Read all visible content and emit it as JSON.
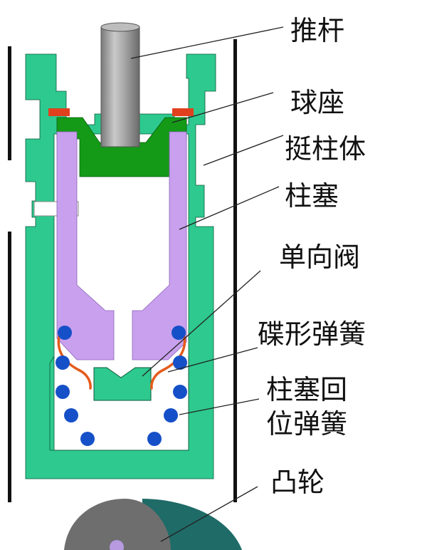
{
  "labels": {
    "push_rod": "推杆",
    "ball_seat": "球座",
    "tappet_body": "挺柱体",
    "plunger": "柱塞",
    "check_valve": "单向阀",
    "disc_spring": "碟形弹簧",
    "return_spring_line1": "柱塞回",
    "return_spring_line2": "位弹簧",
    "cam": "凸轮"
  },
  "colors": {
    "body_green": "#2ec98f",
    "seat_green": "#149a17",
    "plunger_purple": "#c9a0ee",
    "ball_seat_red": "#e0401e",
    "spring_orange": "#e55a1c",
    "spring_ball_blue": "#1650c8",
    "rod_gray": "#8c8c8c",
    "cam_gray": "#6e6e6e",
    "cam_teal": "#1e6b67",
    "cam_pin_violet": "#b79ae0"
  }
}
